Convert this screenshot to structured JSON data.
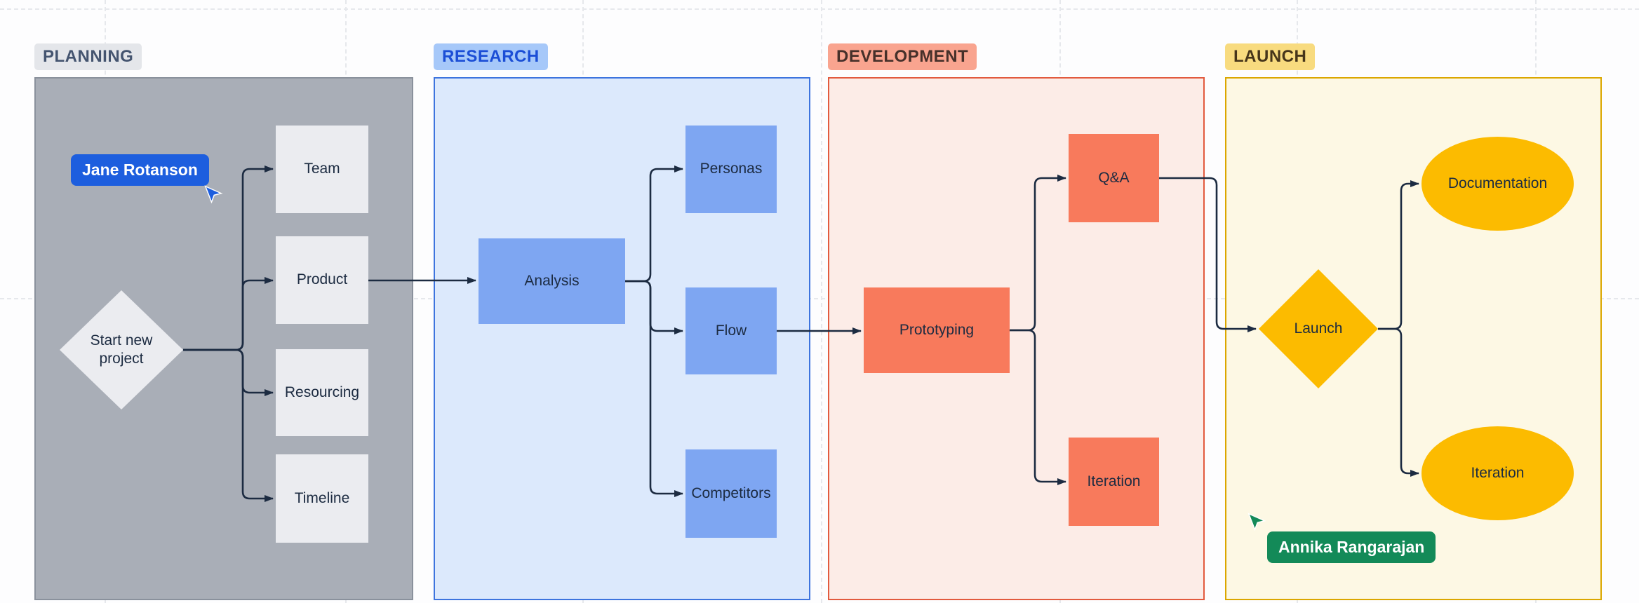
{
  "board": {
    "background": "#fdfdfe",
    "grid_color": "#e6e8ec",
    "connector_color": "#1c2b41"
  },
  "sections": {
    "planning": {
      "label": "PLANNING",
      "fill": "#a9aeb7",
      "border": "#8a919c",
      "label_bg": "#e4e6ea",
      "label_color": "#44546f",
      "node_fill": "#ebecf0"
    },
    "research": {
      "label": "RESEARCH",
      "fill": "#dce9fc",
      "border": "#3d74de",
      "label_bg": "#a6c8f9",
      "label_color": "#1b4ed6",
      "node_fill": "#7ea6f2"
    },
    "development": {
      "label": "DEVELOPMENT",
      "fill": "#fcece7",
      "border": "#e25a3e",
      "label_bg": "#f9a48f",
      "label_color": "#46302a",
      "node_fill": "#f87a5c"
    },
    "launch": {
      "label": "LAUNCH",
      "fill": "#fdf8e4",
      "border": "#dba700",
      "label_bg": "#f8db7f",
      "label_color": "#46351a",
      "node_fill": "#fcbb00"
    }
  },
  "nodes": {
    "start": {
      "label": "Start new project",
      "shape": "diamond",
      "section": "planning"
    },
    "team": {
      "label": "Team",
      "shape": "rectangle",
      "section": "planning"
    },
    "product": {
      "label": "Product",
      "shape": "rectangle",
      "section": "planning"
    },
    "resourcing": {
      "label": "Resourcing",
      "shape": "rectangle",
      "section": "planning"
    },
    "timeline": {
      "label": "Timeline",
      "shape": "rectangle",
      "section": "planning"
    },
    "analysis": {
      "label": "Analysis",
      "shape": "rectangle",
      "section": "research"
    },
    "personas": {
      "label": "Personas",
      "shape": "rectangle",
      "section": "research"
    },
    "flow": {
      "label": "Flow",
      "shape": "rectangle",
      "section": "research"
    },
    "competitors": {
      "label": "Competitors",
      "shape": "rectangle",
      "section": "research"
    },
    "prototyping": {
      "label": "Prototyping",
      "shape": "rectangle",
      "section": "development"
    },
    "qa": {
      "label": "Q&A",
      "shape": "rectangle",
      "section": "development"
    },
    "dev_iteration": {
      "label": "Iteration",
      "shape": "rectangle",
      "section": "development"
    },
    "launch": {
      "label": "Launch",
      "shape": "diamond",
      "section": "launch"
    },
    "documentation": {
      "label": "Documentation",
      "shape": "ellipse",
      "section": "launch"
    },
    "launch_iteration": {
      "label": "Iteration",
      "shape": "ellipse",
      "section": "launch"
    }
  },
  "connections": [
    [
      "start",
      "team"
    ],
    [
      "start",
      "product"
    ],
    [
      "start",
      "resourcing"
    ],
    [
      "start",
      "timeline"
    ],
    [
      "product",
      "analysis"
    ],
    [
      "analysis",
      "personas"
    ],
    [
      "analysis",
      "flow"
    ],
    [
      "analysis",
      "competitors"
    ],
    [
      "flow",
      "prototyping"
    ],
    [
      "prototyping",
      "qa"
    ],
    [
      "prototyping",
      "dev_iteration"
    ],
    [
      "qa",
      "launch"
    ],
    [
      "launch",
      "documentation"
    ],
    [
      "launch",
      "launch_iteration"
    ]
  ],
  "cursors": {
    "jane": {
      "name": "Jane Rotanson",
      "color": "#1d5ede"
    },
    "annika": {
      "name": "Annika Rangarajan",
      "color": "#138a58"
    }
  }
}
